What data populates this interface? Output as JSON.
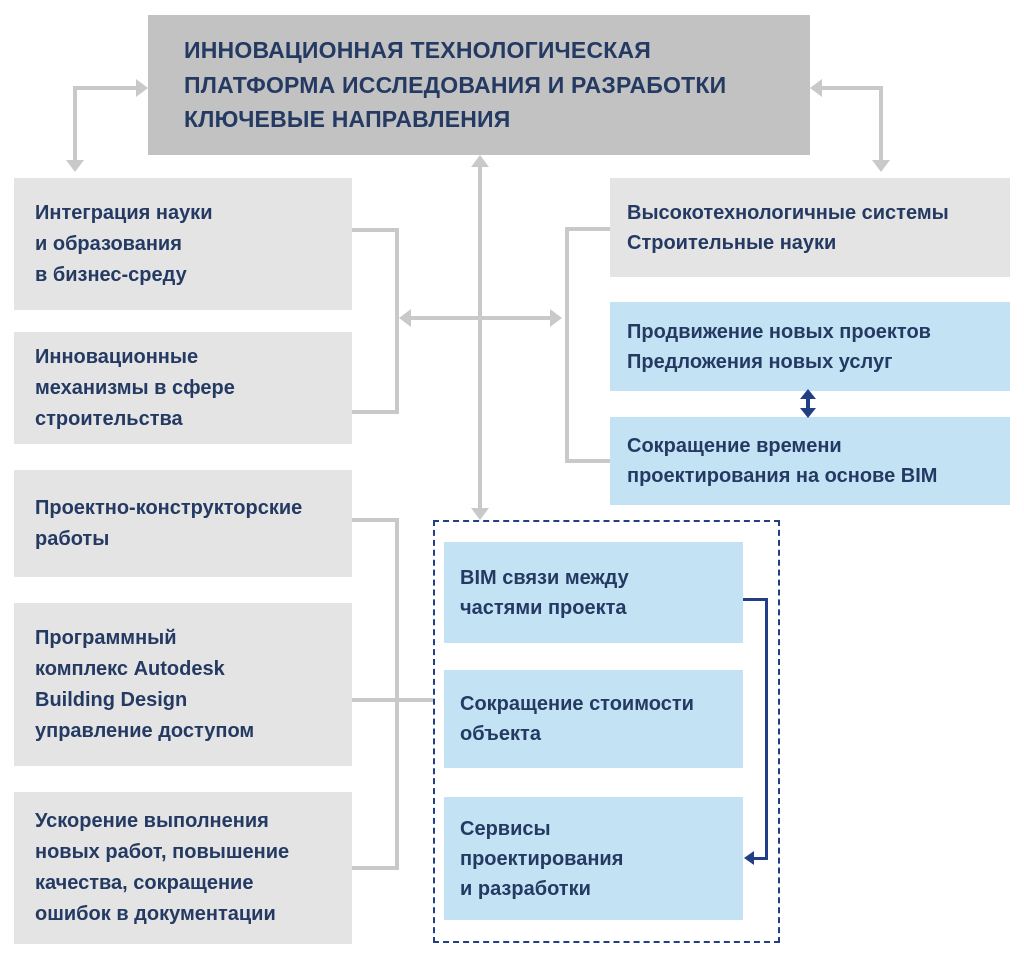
{
  "colors": {
    "title_bg": "#c2c2c2",
    "gray_box_bg": "#e4e4e4",
    "blue_box_bg": "#c3e2f4",
    "text": "#243a63",
    "connector_gray": "#c9c9c9",
    "connector_navy": "#223f85"
  },
  "title": {
    "text": "ИННОВАЦИОННАЯ ТЕХНОЛОГИЧЕСКАЯ\nПЛАТФОРМА ИССЛЕДОВАНИЯ И РАЗРАБОТКИ\nКЛЮЧЕВЫЕ НАПРАВЛЕНИЯ"
  },
  "left_boxes": [
    {
      "text": "Интеграция науки\nи образования\nв бизнес-среду"
    },
    {
      "text": "Инновационные\nмеханизмы в сфере\nстроительства"
    },
    {
      "text": "Проектно-конструкторские\nработы"
    },
    {
      "text": "Программный\nкомплекс Autodesk\nBuilding Design\nуправление доступом"
    },
    {
      "text": "Ускорение выполнения\nновых работ, повышение\nкачества, сокращение\nошибок в документации"
    }
  ],
  "right_boxes": [
    {
      "text": "Высокотехнологичные системы\nСтроительные науки"
    },
    {
      "text": "Продвижение новых проектов\nПредложения новых услуг"
    },
    {
      "text": "Сокращение времени\nпроектирования на основе BIM"
    }
  ],
  "bim_group_boxes": [
    {
      "text": "BIM связи между\nчастями проекта"
    },
    {
      "text": "Сокращение стоимости\nобъекта"
    },
    {
      "text": "Сервисы\nпроектирования\nи разработки"
    }
  ]
}
